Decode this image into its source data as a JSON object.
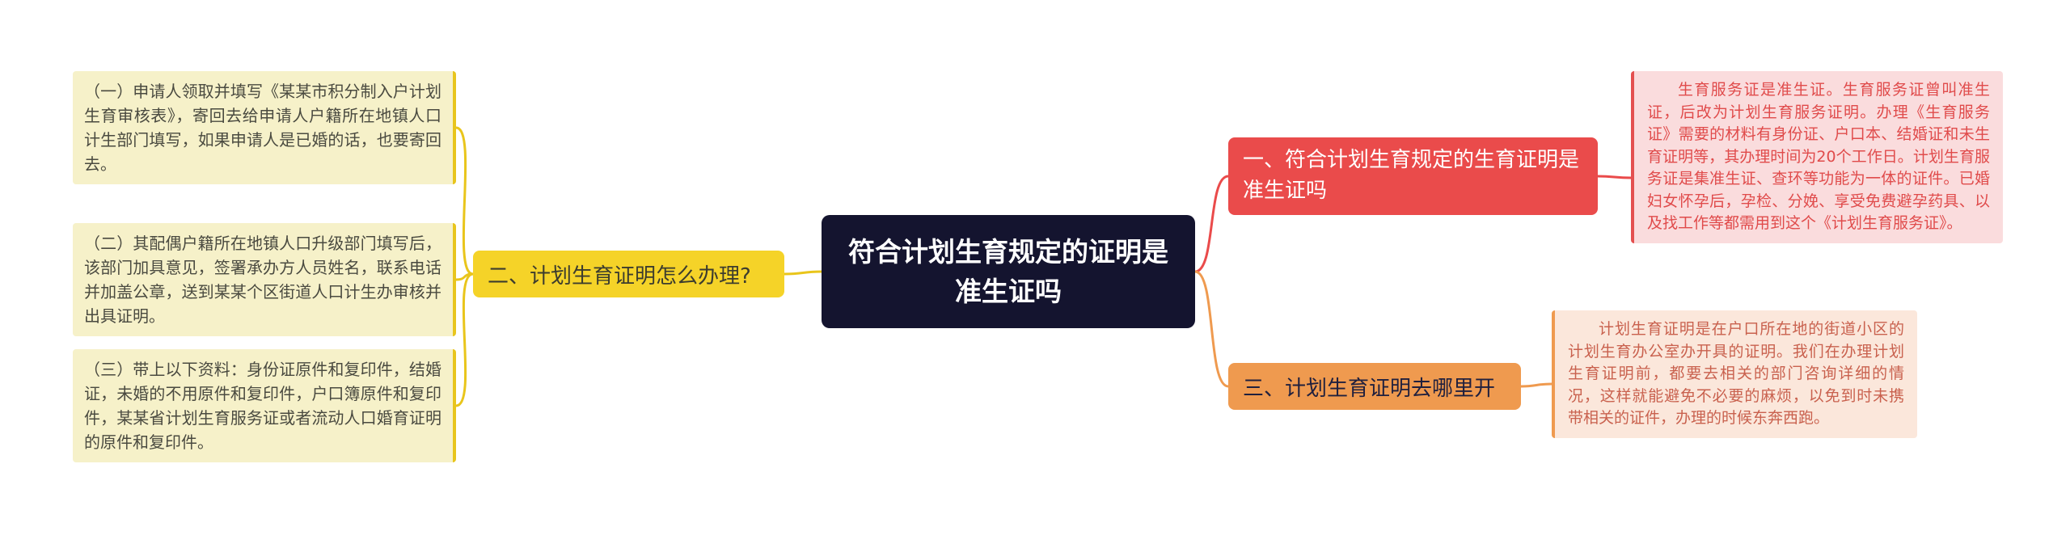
{
  "colors": {
    "central_bg": "#14142F",
    "central_text": "#FFFFFF",
    "yellow_branch": "#F5D328",
    "yellow_connector": "#E9C51B",
    "pale_yellow_leaf": "#F6F1C9",
    "red_branch": "#EA4B4B",
    "pink_leaf": "#FADCDD",
    "pink_leaf_text": "#E04B4B",
    "orange_branch": "#EF9A4F",
    "peach_leaf": "#FBE7DB",
    "peach_leaf_text": "#C9614E",
    "page_bg": "#FFFFFF"
  },
  "central_topic": {
    "label": "符合计划生育规定的证明是准生证吗"
  },
  "left_branch": {
    "label": "二、计划生育证明怎么办理?",
    "items": [
      {
        "text": "（一）申请人领取并填写《某某市积分制入户计划生育审核表》，寄回去给申请人户籍所在地镇人口计生部门填写，如果申请人是已婚的话，也要寄回去。"
      },
      {
        "text": "（二）其配偶户籍所在地镇人口升级部门填写后，该部门加具意见，签署承办方人员姓名，联系电话并加盖公章，送到某某个区街道人口计生办审核并出具证明。"
      },
      {
        "text": "（三）带上以下资料：身份证原件和复印件，结婚证，未婚的不用原件和复印件，户口簿原件和复印件，某某省计划生育服务证或者流动人口婚育证明的原件和复印件。"
      }
    ]
  },
  "right_top_branch": {
    "label": "一、符合计划生育规定的生育证明是准生证吗",
    "detail": "生育服务证是准生证。生育服务证曾叫准生证，后改为计划生育服务证明。办理《生育服务证》需要的材料有身份证、户口本、结婚证和未生育证明等，其办理时间为20个工作日。计划生育服务证是集准生证、查环等功能为一体的证件。已婚妇女怀孕后，孕检、分娩、享受免费避孕药具、以及找工作等都需用到这个《计划生育服务证》。"
  },
  "right_bottom_branch": {
    "label": "三、计划生育证明去哪里开",
    "detail": "计划生育证明是在户口所在地的街道小区的计划生育办公室办开具的证明。我们在办理计划生育证明前，都要去相关的部门咨询详细的情况，这样就能避免不必要的麻烦，以免到时未携带相关的证件，办理的时候东奔西跑。"
  }
}
